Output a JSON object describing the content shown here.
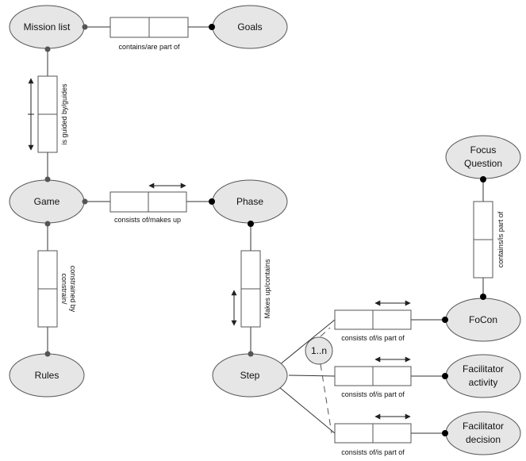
{
  "entities": {
    "mission_list": "Mission list",
    "goals": "Goals",
    "game": "Game",
    "phase": "Phase",
    "rules": "Rules",
    "step": "Step",
    "focus_question": [
      "Focus",
      "Question"
    ],
    "focon": "FoCon",
    "facilitator_activity": [
      "Facilitator",
      "activity"
    ],
    "facilitator_decision": [
      "Facilitator",
      "decision"
    ]
  },
  "relations": {
    "mission_goals": "contains/are part of",
    "mission_game": "is guided by/guides",
    "game_phase": "consists of/makes up",
    "game_rules": [
      "constrain/",
      "constrained by"
    ],
    "phase_step": "Makes up/contains",
    "focon_focus": "contains/is part of",
    "step_focon": "consists of/is part of",
    "step_activity": "consists of/is part of",
    "step_decision": "consists of/is part of"
  },
  "multiplicity": "1..n"
}
